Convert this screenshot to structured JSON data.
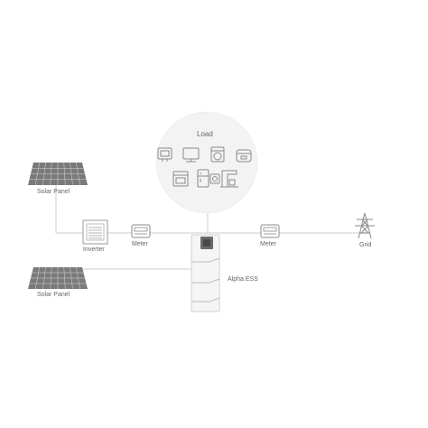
{
  "load": {
    "title": "Load",
    "icons": [
      "monitor-icon",
      "television-icon",
      "washing-machine-icon",
      "rice-cooker-icon",
      "oven-icon",
      "refrigerator-icon",
      "microwave-icon",
      "coffee-machine-icon"
    ]
  },
  "solar_panel_top": {
    "label": "Solar Panel"
  },
  "solar_panel_bottom": {
    "label": "Solar Panel"
  },
  "inverter": {
    "label": "Inverter"
  },
  "meter_left": {
    "label": "Meter"
  },
  "meter_right": {
    "label": "Meter"
  },
  "battery": {
    "label": "Alpha ESS"
  },
  "grid": {
    "label": "Grid"
  },
  "colors": {
    "line": "#dddddd",
    "stroke": "#8a8a8a",
    "panel": "#7a7a7a",
    "load_circle": "#f3f3f3"
  }
}
